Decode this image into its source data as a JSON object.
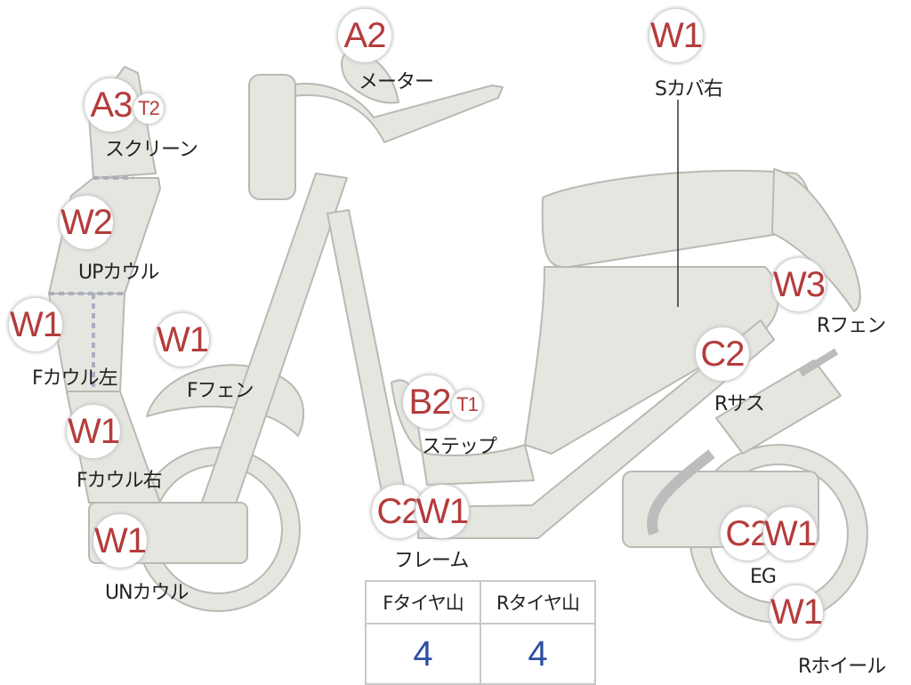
{
  "parts": [
    {
      "id": "meter",
      "grades": [
        "A2"
      ],
      "label": "メーター"
    },
    {
      "id": "s-cover-right",
      "grades": [
        "W1"
      ],
      "label": "Sカバ右"
    },
    {
      "id": "screen",
      "grades": [
        "A3",
        "T2"
      ],
      "label": "スクリーン"
    },
    {
      "id": "up-cowl",
      "grades": [
        "W2"
      ],
      "label": "UPカウル"
    },
    {
      "id": "f-cowl-left",
      "grades": [
        "W1"
      ],
      "label": "Fカウル左"
    },
    {
      "id": "f-fender",
      "grades": [
        "W1"
      ],
      "label": "Fフェン"
    },
    {
      "id": "f-cowl-right",
      "grades": [
        "W1"
      ],
      "label": "Fカウル右"
    },
    {
      "id": "un-cowl",
      "grades": [
        "W1"
      ],
      "label": "UNカウル"
    },
    {
      "id": "step",
      "grades": [
        "B2",
        "T1"
      ],
      "label": "ステップ"
    },
    {
      "id": "frame",
      "grades": [
        "C2",
        "W1"
      ],
      "label": "フレーム"
    },
    {
      "id": "r-fender",
      "grades": [
        "W3"
      ],
      "label": "Rフェン"
    },
    {
      "id": "r-sus",
      "grades": [
        "C2"
      ],
      "label": "Rサス"
    },
    {
      "id": "eg",
      "grades": [
        "C2",
        "W1"
      ],
      "label": "EG"
    },
    {
      "id": "r-wheel",
      "grades": [
        "W1"
      ],
      "label": "Rホイール"
    }
  ],
  "tire_tread": {
    "headers": [
      "Fタイヤ山",
      "Rタイヤ山"
    ],
    "values": [
      "4",
      "4"
    ]
  },
  "colors": {
    "grade_text": "#b43c3c",
    "tread_value": "#2f4fa0",
    "body_fill": "#e6e6e1",
    "body_stroke": "#b9b9b4"
  }
}
